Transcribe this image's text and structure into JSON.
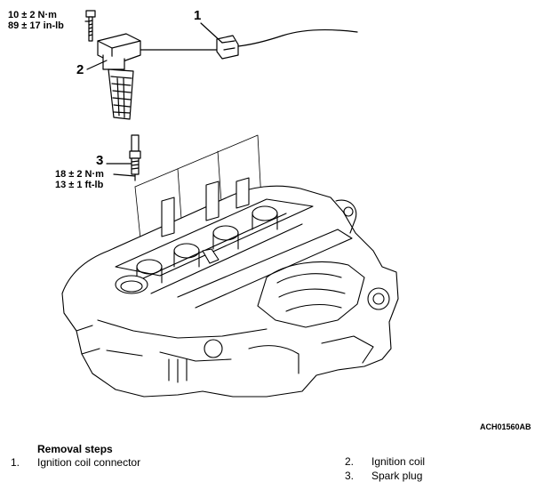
{
  "torques": {
    "bolt": {
      "metric": "10 ± 2 N·m",
      "imperial": "89 ± 17 in-lb"
    },
    "spark_plug": {
      "metric": "18 ± 2 N·m",
      "imperial": "13 ± 1 ft-lb"
    }
  },
  "callouts": [
    "1",
    "2",
    "3"
  ],
  "figure_code": "ACH01560AB",
  "removal": {
    "title": "Removal steps",
    "steps": [
      {
        "num": "1.",
        "label": "Ignition coil connector"
      },
      {
        "num": "2.",
        "label": "Ignition coil"
      },
      {
        "num": "3.",
        "label": "Spark plug"
      }
    ]
  }
}
